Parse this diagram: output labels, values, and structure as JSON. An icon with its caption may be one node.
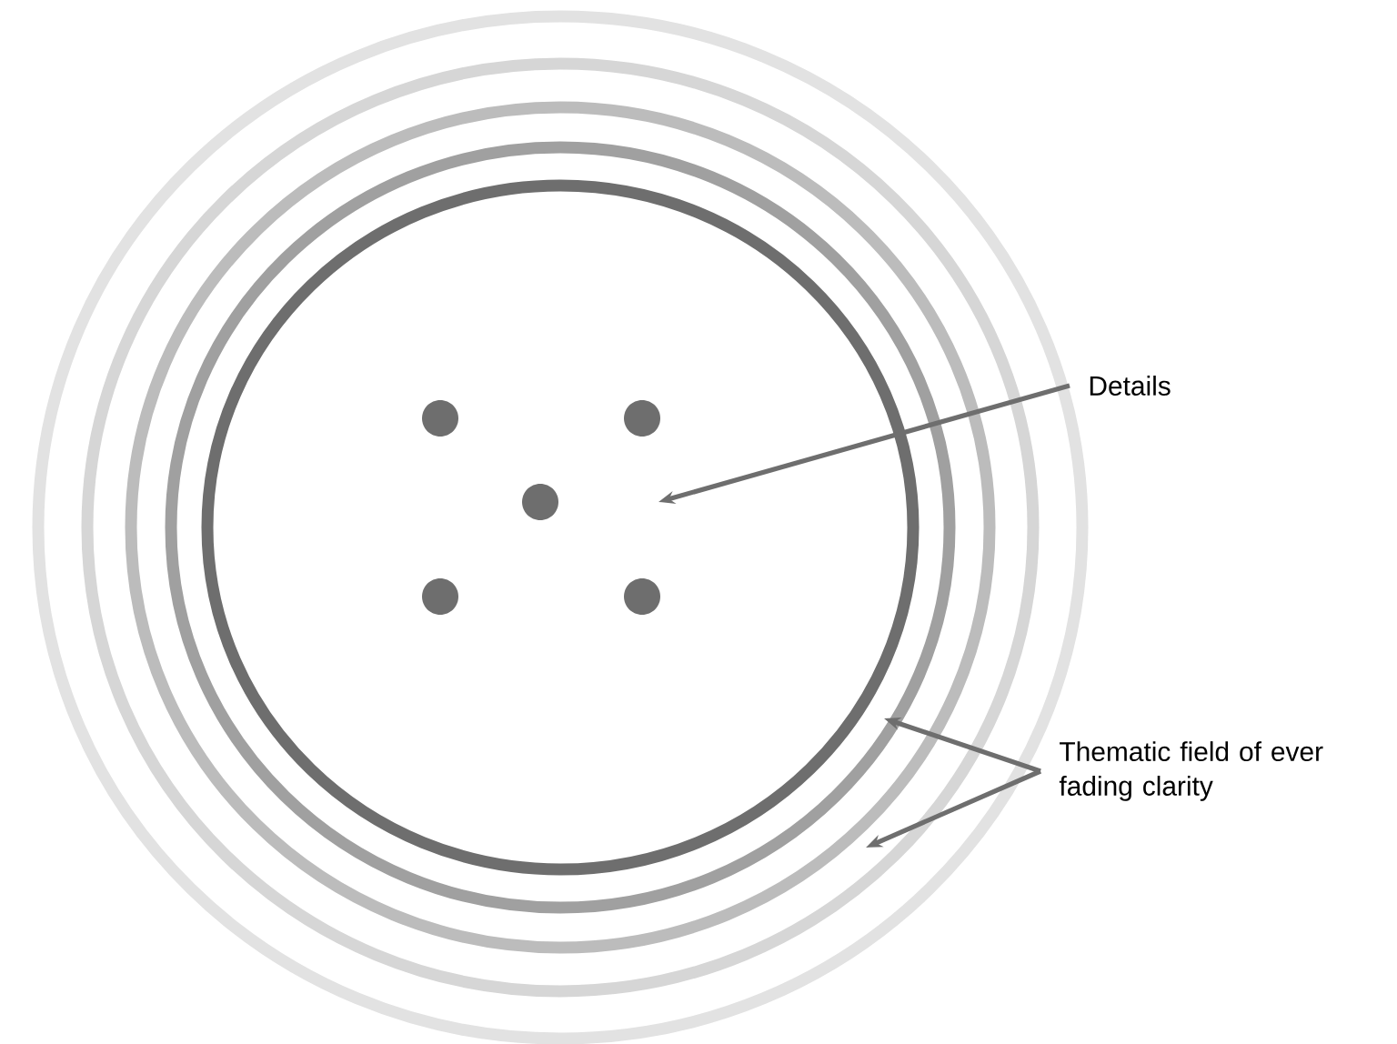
{
  "diagram": {
    "nodes": [
      {
        "text": [
          "Details"
        ]
      },
      {
        "text": [
          "Thematic field of ever fading clarity"
        ]
      }
    ],
    "edges": [
      {
        "from": 0,
        "to": null,
        "arrow": "to"
      },
      {
        "from": 1,
        "to": null,
        "arrow": "to"
      },
      {
        "from": 1,
        "to": null,
        "arrow": "to"
      }
    ]
  }
}
